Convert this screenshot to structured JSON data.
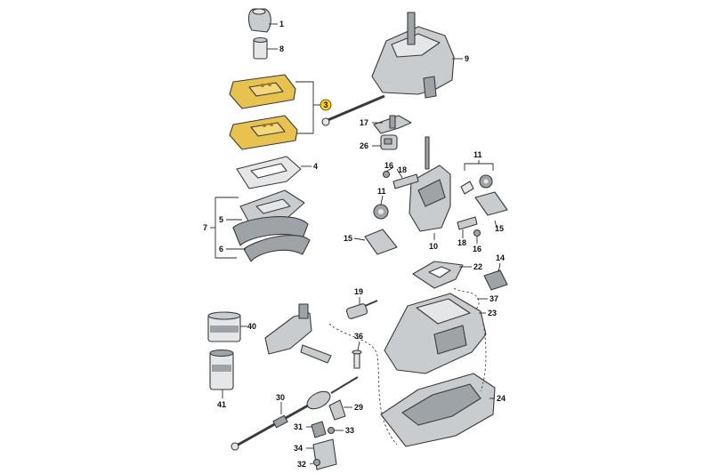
{
  "diagram": {
    "callouts": {
      "c1": "1",
      "c3": "3",
      "c4": "4",
      "c5": "5",
      "c6": "6",
      "c7": "7",
      "c8": "8",
      "c9": "9",
      "c10": "10",
      "c11a": "11",
      "c11b": "11",
      "c14": "14",
      "c15a": "15",
      "c15b": "15",
      "c16a": "16",
      "c16b": "16",
      "c17": "17",
      "c18a": "18",
      "c18b": "18",
      "c19": "19",
      "c22": "22",
      "c23": "23",
      "c24": "24",
      "c26": "26",
      "c29": "29",
      "c30": "30",
      "c31": "31",
      "c32": "32",
      "c33": "33",
      "c34": "34",
      "c36": "36",
      "c37": "37",
      "c40": "40",
      "c41": "41"
    },
    "highlighted_part": "3",
    "colors": {
      "highlight": "#ffd200",
      "part_gold": "#e8c24e",
      "part_gray": "#c9ccce"
    }
  }
}
